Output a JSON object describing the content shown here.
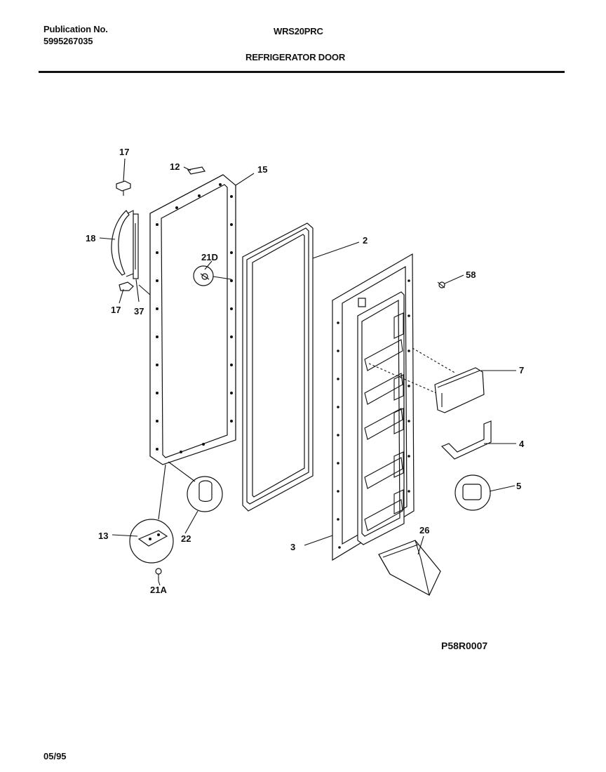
{
  "header": {
    "publication_label": "Publication No.",
    "publication_number": "5995267035",
    "model": "WRS20PRC",
    "section_title": "REFRIGERATOR DOOR"
  },
  "footer": {
    "date": "05/95",
    "drawing_ref": "P58R0007"
  },
  "callouts": {
    "c17_top": "17",
    "c12": "12",
    "c15": "15",
    "c18": "18",
    "c21d": "21D",
    "c17_bottom": "17",
    "c37": "37",
    "c2": "2",
    "c58": "58",
    "c7": "7",
    "c4": "4",
    "c5": "5",
    "c13": "13",
    "c22": "22",
    "c21a": "21A",
    "c3": "3",
    "c26": "26"
  }
}
